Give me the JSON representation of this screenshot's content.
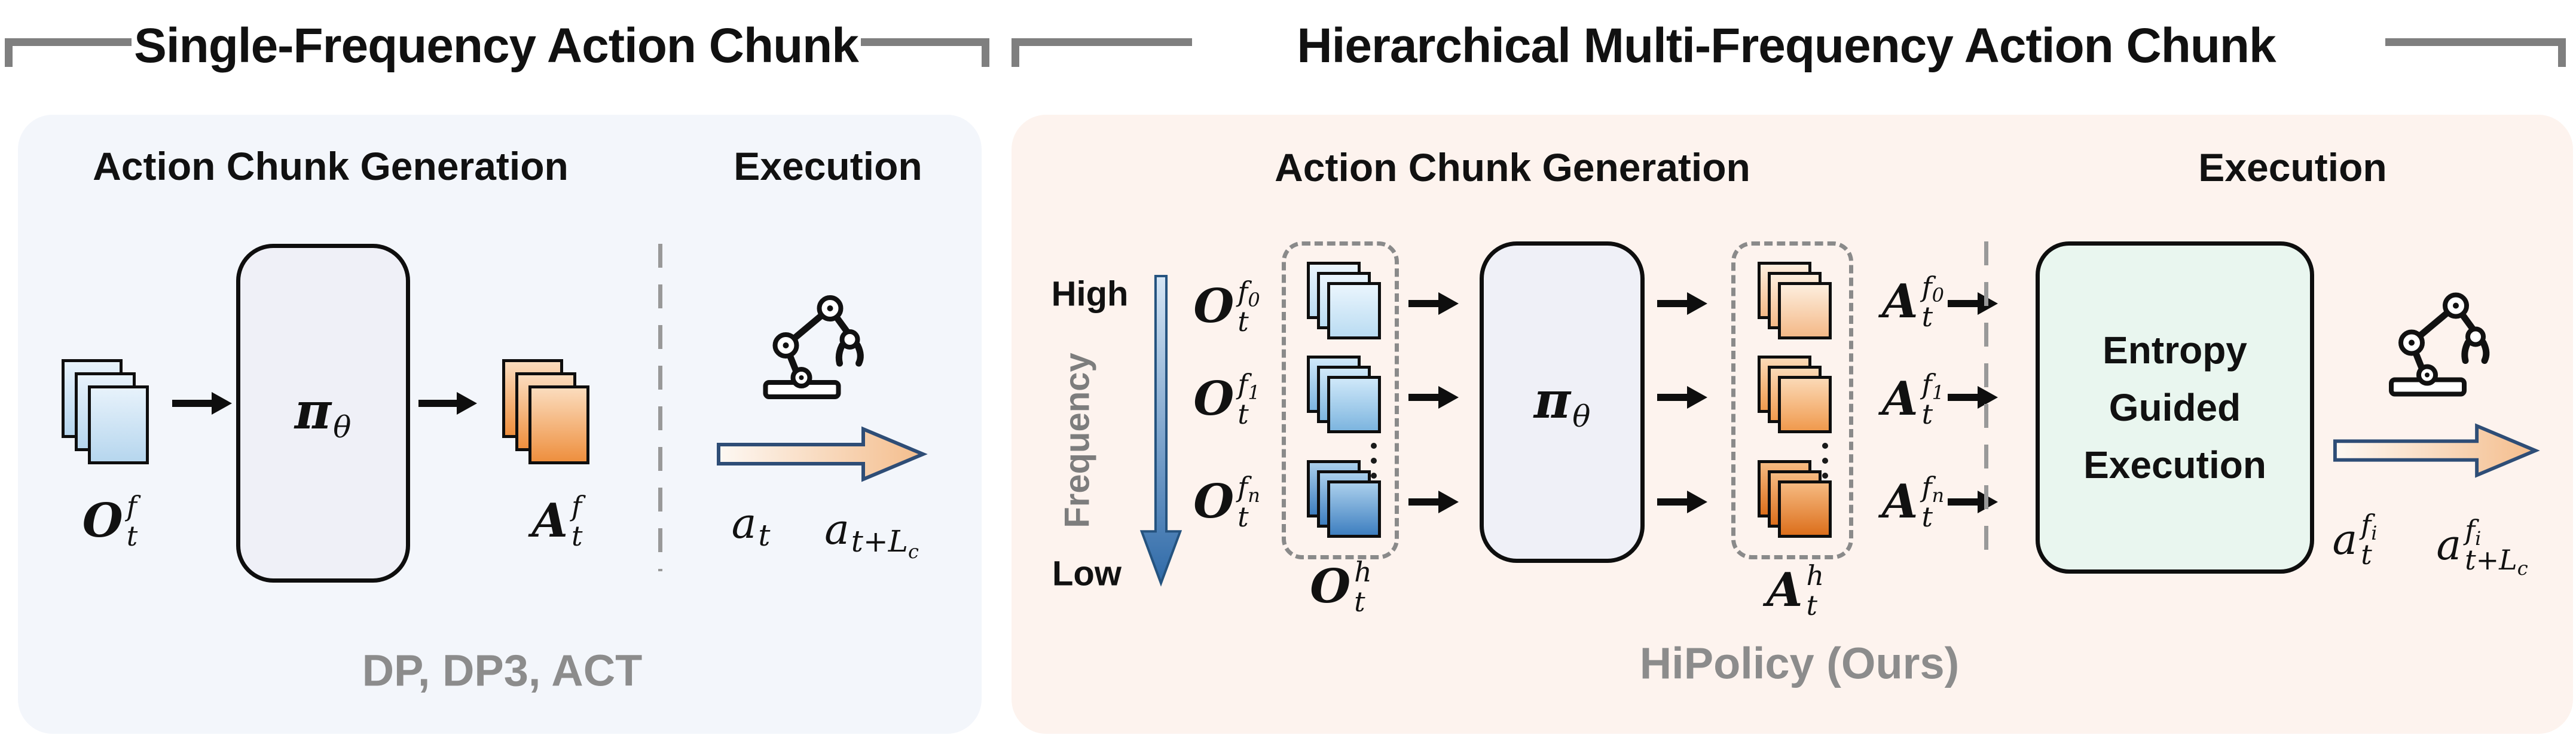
{
  "titles": {
    "left": "Single-Frequency Action Chunk",
    "right": "Hierarchical Multi-Frequency  Action Chunk"
  },
  "left_panel": {
    "header_generation": "Action Chunk Generation",
    "header_execution": "Execution",
    "obs_label": {
      "base": "O",
      "sup": "f",
      "sub": "t"
    },
    "policy": {
      "base": "π",
      "sub": "θ"
    },
    "act_label": {
      "base": "A",
      "sup": "f",
      "sub": "t"
    },
    "exec_start": {
      "base": "a",
      "sub": "t"
    },
    "exec_end": {
      "base": "a",
      "sub_main": "t+L",
      "sub_small": "c"
    },
    "methods": "DP, DP3, ACT"
  },
  "right_panel": {
    "header_generation": "Action Chunk Generation",
    "header_execution": "Execution",
    "freq_high": "High",
    "freq_low": "Low",
    "freq_axis": "Frequency",
    "obs_rows": [
      {
        "base": "O",
        "sup": "f",
        "sup_idx": "0",
        "sub": "t"
      },
      {
        "base": "O",
        "sup": "f",
        "sup_idx": "1",
        "sub": "t"
      },
      {
        "base": "O",
        "sup": "f",
        "sup_idx": "n",
        "sub": "t"
      }
    ],
    "obs_group": {
      "base": "O",
      "sup": "h",
      "sub": "t"
    },
    "policy": {
      "base": "π",
      "sub": "θ"
    },
    "act_rows": [
      {
        "base": "A",
        "sup": "f",
        "sup_idx": "0",
        "sub": "t"
      },
      {
        "base": "A",
        "sup": "f",
        "sup_idx": "1",
        "sub": "t"
      },
      {
        "base": "A",
        "sup": "f",
        "sup_idx": "n",
        "sub": "t"
      }
    ],
    "act_group": {
      "base": "A",
      "sup": "h",
      "sub": "t"
    },
    "exec_box_lines": [
      "Entropy",
      "Guided",
      "Execution"
    ],
    "exec_start": {
      "base": "a",
      "sup": "f",
      "sup_idx": "i",
      "sub": "t"
    },
    "exec_end": {
      "base": "a",
      "sup": "f",
      "sup_idx": "i",
      "sub_main": "t+L",
      "sub_small": "c"
    },
    "method": "HiPolicy (Ours)"
  },
  "icons": {
    "robot": "robot-arm-icon",
    "execution_arrow": "flow-arrow-icon",
    "frequency_arrow": "frequency-down-arrow-icon"
  },
  "colors": {
    "left_panel_bg": "#f3f6fb",
    "right_panel_bg": "#fdf3ee",
    "policy_box_bg": "#eff0f7",
    "entropy_box_bg": "#e9f6ef",
    "bracket_gray": "#7f7f7f",
    "muted_text_gray": "#8c8c8c",
    "divider_gray": "#999999",
    "arrow_navy": "#2e4d76",
    "obs_blue_light": "#badcf2",
    "obs_blue_dark": "#3e7fc0",
    "act_orange_light": "#f4b988",
    "act_orange_dark": "#dc6f1c"
  }
}
